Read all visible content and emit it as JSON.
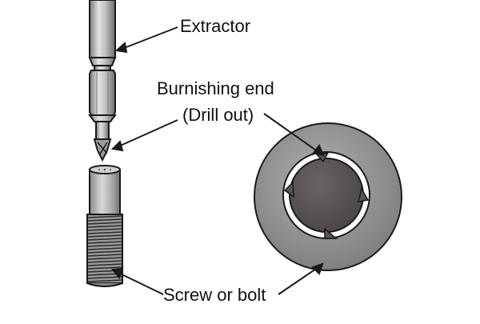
{
  "labels": {
    "extractor": "Extractor",
    "burnishing_end": "Burnishing end",
    "drill_out": "(Drill out)",
    "screw_or_bolt": "Screw or bolt"
  },
  "colors": {
    "background": "#ffffff",
    "outline": "#1a1a1a",
    "shaft_light": "#d9d9d9",
    "shaft_mid": "#a9a9a9",
    "shaft_dark": "#6f6f6f",
    "ring_grey": "#8c8c8c",
    "hole_fill": "#5b5555",
    "thread_grey": "#9a9a9a"
  }
}
